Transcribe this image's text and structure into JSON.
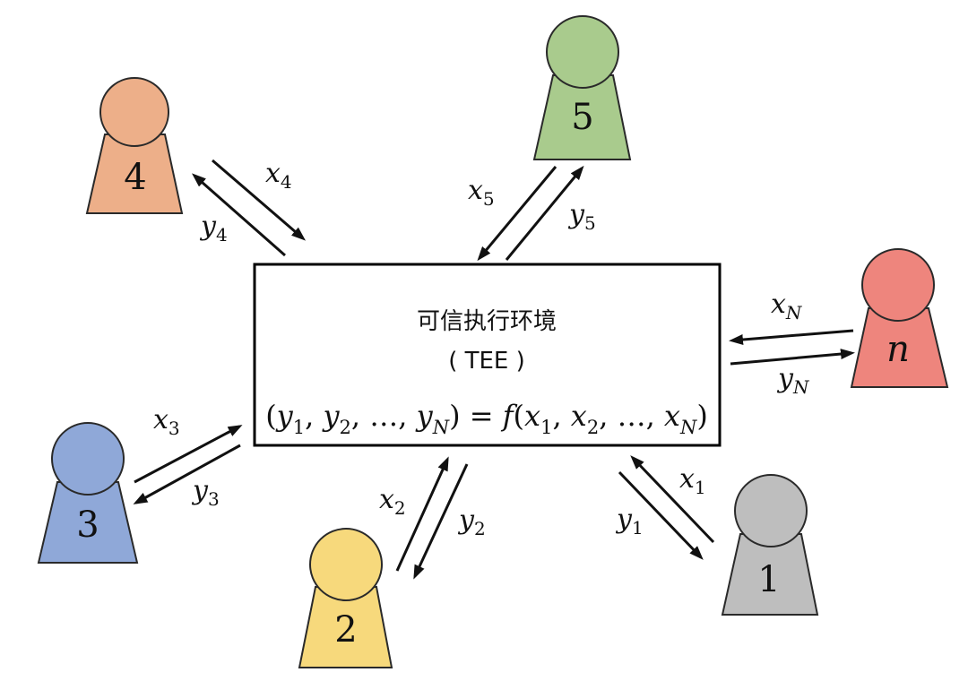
{
  "center": {
    "title": "可信执行环境",
    "subtitle": "( TEE )",
    "formula": [
      {
        "text": "("
      },
      {
        "text": "y",
        "sub": "1"
      },
      {
        "text": ", "
      },
      {
        "text": "y",
        "sub": "2"
      },
      {
        "text": ", …, "
      },
      {
        "text": "y",
        "sub": "N"
      },
      {
        "text": ") = "
      },
      {
        "text": "f"
      },
      {
        "text": "("
      },
      {
        "text": "x",
        "sub": "1"
      },
      {
        "text": ", "
      },
      {
        "text": "x",
        "sub": "2"
      },
      {
        "text": ", …, "
      },
      {
        "text": "x",
        "sub": "N"
      },
      {
        "text": ")"
      }
    ]
  },
  "parties": [
    {
      "label": "4",
      "color": "#EDAF89",
      "input": {
        "var": "x",
        "sub": "4"
      },
      "output": {
        "var": "y",
        "sub": "4"
      }
    },
    {
      "label": "5",
      "color": "#A9CB8D",
      "input": {
        "var": "x",
        "sub": "5"
      },
      "output": {
        "var": "y",
        "sub": "5"
      }
    },
    {
      "label": "n",
      "color": "#EE857D",
      "input": {
        "var": "x",
        "sub": "N"
      },
      "output": {
        "var": "y",
        "sub": "N"
      }
    },
    {
      "label": "3",
      "color": "#8FA8D8",
      "input": {
        "var": "x",
        "sub": "3"
      },
      "output": {
        "var": "y",
        "sub": "3"
      }
    },
    {
      "label": "2",
      "color": "#F7D97C",
      "input": {
        "var": "x",
        "sub": "2"
      },
      "output": {
        "var": "y",
        "sub": "2"
      }
    },
    {
      "label": "1",
      "color": "#BEBEBE",
      "input": {
        "var": "x",
        "sub": "1"
      },
      "output": {
        "var": "y",
        "sub": "1"
      }
    }
  ]
}
